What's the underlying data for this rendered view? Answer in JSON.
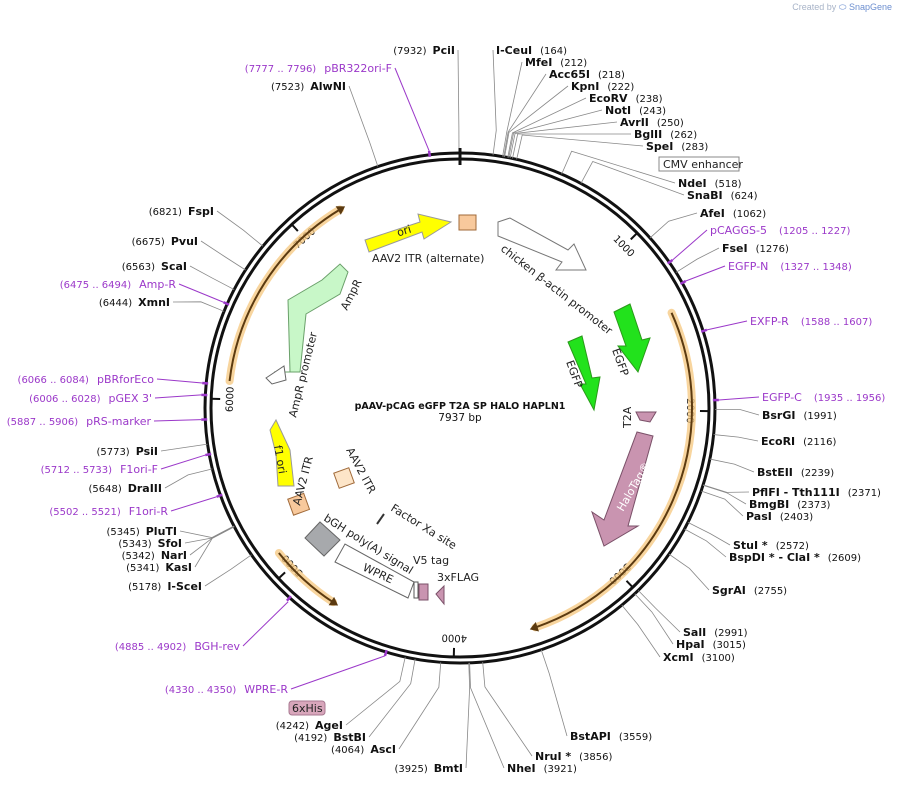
{
  "credit": {
    "prefix": "Created by",
    "brand": "SnapGene"
  },
  "plasmid": {
    "name": "pAAV-pCAG eGFP T2A SP HALO HAPLN1",
    "size_label": "7937 bp",
    "length": 7937
  },
  "ticks": [
    "1000",
    "2000",
    "3000",
    "4000",
    "5000",
    "6000",
    "7000"
  ],
  "enzymes": [
    {
      "name": "PciI",
      "pos": "(7932)"
    },
    {
      "name": "I-CeuI",
      "pos": "(164)"
    },
    {
      "name": "MfeI",
      "pos": "(212)"
    },
    {
      "name": "Acc65I",
      "pos": "(218)"
    },
    {
      "name": "KpnI",
      "pos": "(222)"
    },
    {
      "name": "EcoRV",
      "pos": "(238)"
    },
    {
      "name": "NotI",
      "pos": "(243)"
    },
    {
      "name": "AvrII",
      "pos": "(250)"
    },
    {
      "name": "BglII",
      "pos": "(262)"
    },
    {
      "name": "SpeI",
      "pos": "(283)"
    },
    {
      "name": "NdeI",
      "pos": "(518)"
    },
    {
      "name": "SnaBI",
      "pos": "(624)"
    },
    {
      "name": "AfeI",
      "pos": "(1062)"
    },
    {
      "name": "FseI",
      "pos": "(1276)"
    },
    {
      "name": "BsrGI",
      "pos": "(1991)"
    },
    {
      "name": "EcoRI",
      "pos": "(2116)"
    },
    {
      "name": "BstEII",
      "pos": "(2239)"
    },
    {
      "name": "PflFI - Tth111I",
      "pos": "(2371)"
    },
    {
      "name": "BmgBI",
      "pos": "(2373)"
    },
    {
      "name": "PasI",
      "pos": "(2403)"
    },
    {
      "name": "StuI *",
      "pos": "(2572)"
    },
    {
      "name": "BspDI * - ClaI *",
      "pos": "(2609)"
    },
    {
      "name": "SgrAI",
      "pos": "(2755)"
    },
    {
      "name": "SalI",
      "pos": "(2991)"
    },
    {
      "name": "HpaI",
      "pos": "(3015)"
    },
    {
      "name": "XcmI",
      "pos": "(3100)"
    },
    {
      "name": "BstAPI",
      "pos": "(3559)"
    },
    {
      "name": "NruI *",
      "pos": "(3856)"
    },
    {
      "name": "NheI",
      "pos": "(3921)"
    },
    {
      "name": "BmtI",
      "pos": "(3925)"
    },
    {
      "name": "AscI",
      "pos": "(4064)"
    },
    {
      "name": "BstBI",
      "pos": "(4192)"
    },
    {
      "name": "AgeI",
      "pos": "(4242)"
    },
    {
      "name": "I-SceI",
      "pos": "(5178)"
    },
    {
      "name": "KasI",
      "pos": "(5341)"
    },
    {
      "name": "NarI",
      "pos": "(5342)"
    },
    {
      "name": "SfoI",
      "pos": "(5343)"
    },
    {
      "name": "PluTI",
      "pos": "(5345)"
    },
    {
      "name": "DraIII",
      "pos": "(5648)"
    },
    {
      "name": "PsiI",
      "pos": "(5773)"
    },
    {
      "name": "XmnI",
      "pos": "(6444)"
    },
    {
      "name": "ScaI",
      "pos": "(6563)"
    },
    {
      "name": "PvuI",
      "pos": "(6675)"
    },
    {
      "name": "FspI",
      "pos": "(6821)"
    },
    {
      "name": "AlwNI",
      "pos": "(7523)"
    }
  ],
  "primers": [
    {
      "name": "pBR322ori-F",
      "range": "(7777 .. 7796)"
    },
    {
      "name": "pCAGGS-5",
      "range": "(1205 .. 1227)"
    },
    {
      "name": "EGFP-N",
      "range": "(1327 .. 1348)"
    },
    {
      "name": "EXFP-R",
      "range": "(1588 .. 1607)"
    },
    {
      "name": "EGFP-C",
      "range": "(1935 .. 1956)"
    },
    {
      "name": "Amp-R",
      "range": "(6475 .. 6494)"
    },
    {
      "name": "pBRforEco",
      "range": "(6066 .. 6084)"
    },
    {
      "name": "pGEX 3'",
      "range": "(6006 .. 6028)"
    },
    {
      "name": "pRS-marker",
      "range": "(5887 .. 5906)"
    },
    {
      "name": "F1ori-F",
      "range": "(5712 .. 5733)"
    },
    {
      "name": "F1ori-R",
      "range": "(5502 .. 5521)"
    },
    {
      "name": "BGH-rev",
      "range": "(4885 .. 4902)"
    },
    {
      "name": "WPRE-R",
      "range": "(4330 .. 4350)"
    }
  ],
  "features": {
    "cmv_enhancer": "CMV enhancer",
    "ori": "ori",
    "itr_alt": "AAV2 ITR (alternate)",
    "chicken_actin": "chicken β-actin promoter",
    "egfp_outer": "EGFP",
    "egfp_inner": "EGFP",
    "t2a": "T2A",
    "halotag": "HaloTag®",
    "ampr": "AmpR",
    "ampr_promoter": "AmpR promoter",
    "f1_ori": "f1 ori",
    "aav2_itr_a": "AAV2 ITR",
    "aav2_itr_b": "AAV2 ITR",
    "factor_xa": "Factor Xa site",
    "bgh": "bGH poly(A) signal",
    "wpre": "WPRE",
    "v5": "V5 tag",
    "flag": "3xFLAG",
    "his": "6xHis"
  },
  "colors": {
    "ori": "#ffff00",
    "itr": "#f8c99c",
    "egfp": "#22e21c",
    "halo": "#c994b0",
    "ampr": "#c8f7c8",
    "bgh": "#a7a9ac",
    "orf": "#f5a623",
    "primer": "#9b38c9"
  }
}
